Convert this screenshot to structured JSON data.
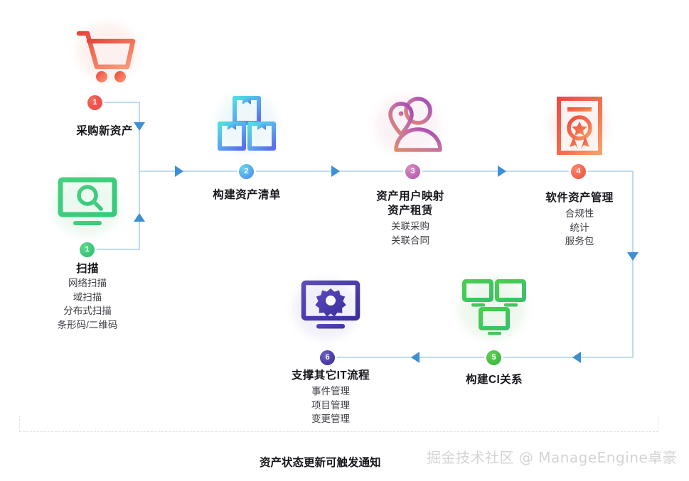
{
  "diagram": {
    "footnote": "资产状态更新可触发通知",
    "watermark": "掘金技术社区 @ ManageEngine卓豪"
  },
  "nodes": [
    {
      "key": "purchase",
      "badge": "1",
      "badge_color": "#ef5350",
      "icon": "shopping-cart-icon",
      "title": "采购新资产",
      "subtitles": []
    },
    {
      "key": "scan",
      "badge": "1",
      "badge_color": "#3fc97a",
      "icon": "monitor-search-icon",
      "title": "扫描",
      "subtitles": [
        "网络扫描",
        "域扫描",
        "分布式扫描",
        "条形码/二维码"
      ]
    },
    {
      "key": "inventory",
      "badge": "2",
      "badge_color": "#55a8ef",
      "icon": "boxes-icon",
      "title": "构建资产清单",
      "subtitles": []
    },
    {
      "key": "user-mapping",
      "badge": "3",
      "badge_color": "#c06ab4",
      "icon": "user-location-icon",
      "title": "资产用户映射",
      "title2": "资产租赁",
      "subtitles": [
        "关联采购",
        "关联合同"
      ]
    },
    {
      "key": "software-asset",
      "badge": "4",
      "badge_color": "#f3644f",
      "icon": "certificate-award-icon",
      "title": "软件资产管理",
      "subtitles": [
        "合规性",
        "统计",
        "服务包"
      ]
    },
    {
      "key": "ci-relations",
      "badge": "5",
      "badge_color": "#46bf45",
      "icon": "monitors-network-icon",
      "title": "构建CI关系",
      "subtitles": []
    },
    {
      "key": "it-process",
      "badge": "6",
      "badge_color": "#4d3fa8",
      "icon": "monitor-gear-icon",
      "title": "支撑其它IT流程",
      "subtitles": [
        "事件管理",
        "项目管理",
        "变更管理"
      ]
    }
  ],
  "colors": {
    "wire": "#a8d0ef",
    "arrow": "#3d8fd6",
    "background": "#ffffff"
  }
}
